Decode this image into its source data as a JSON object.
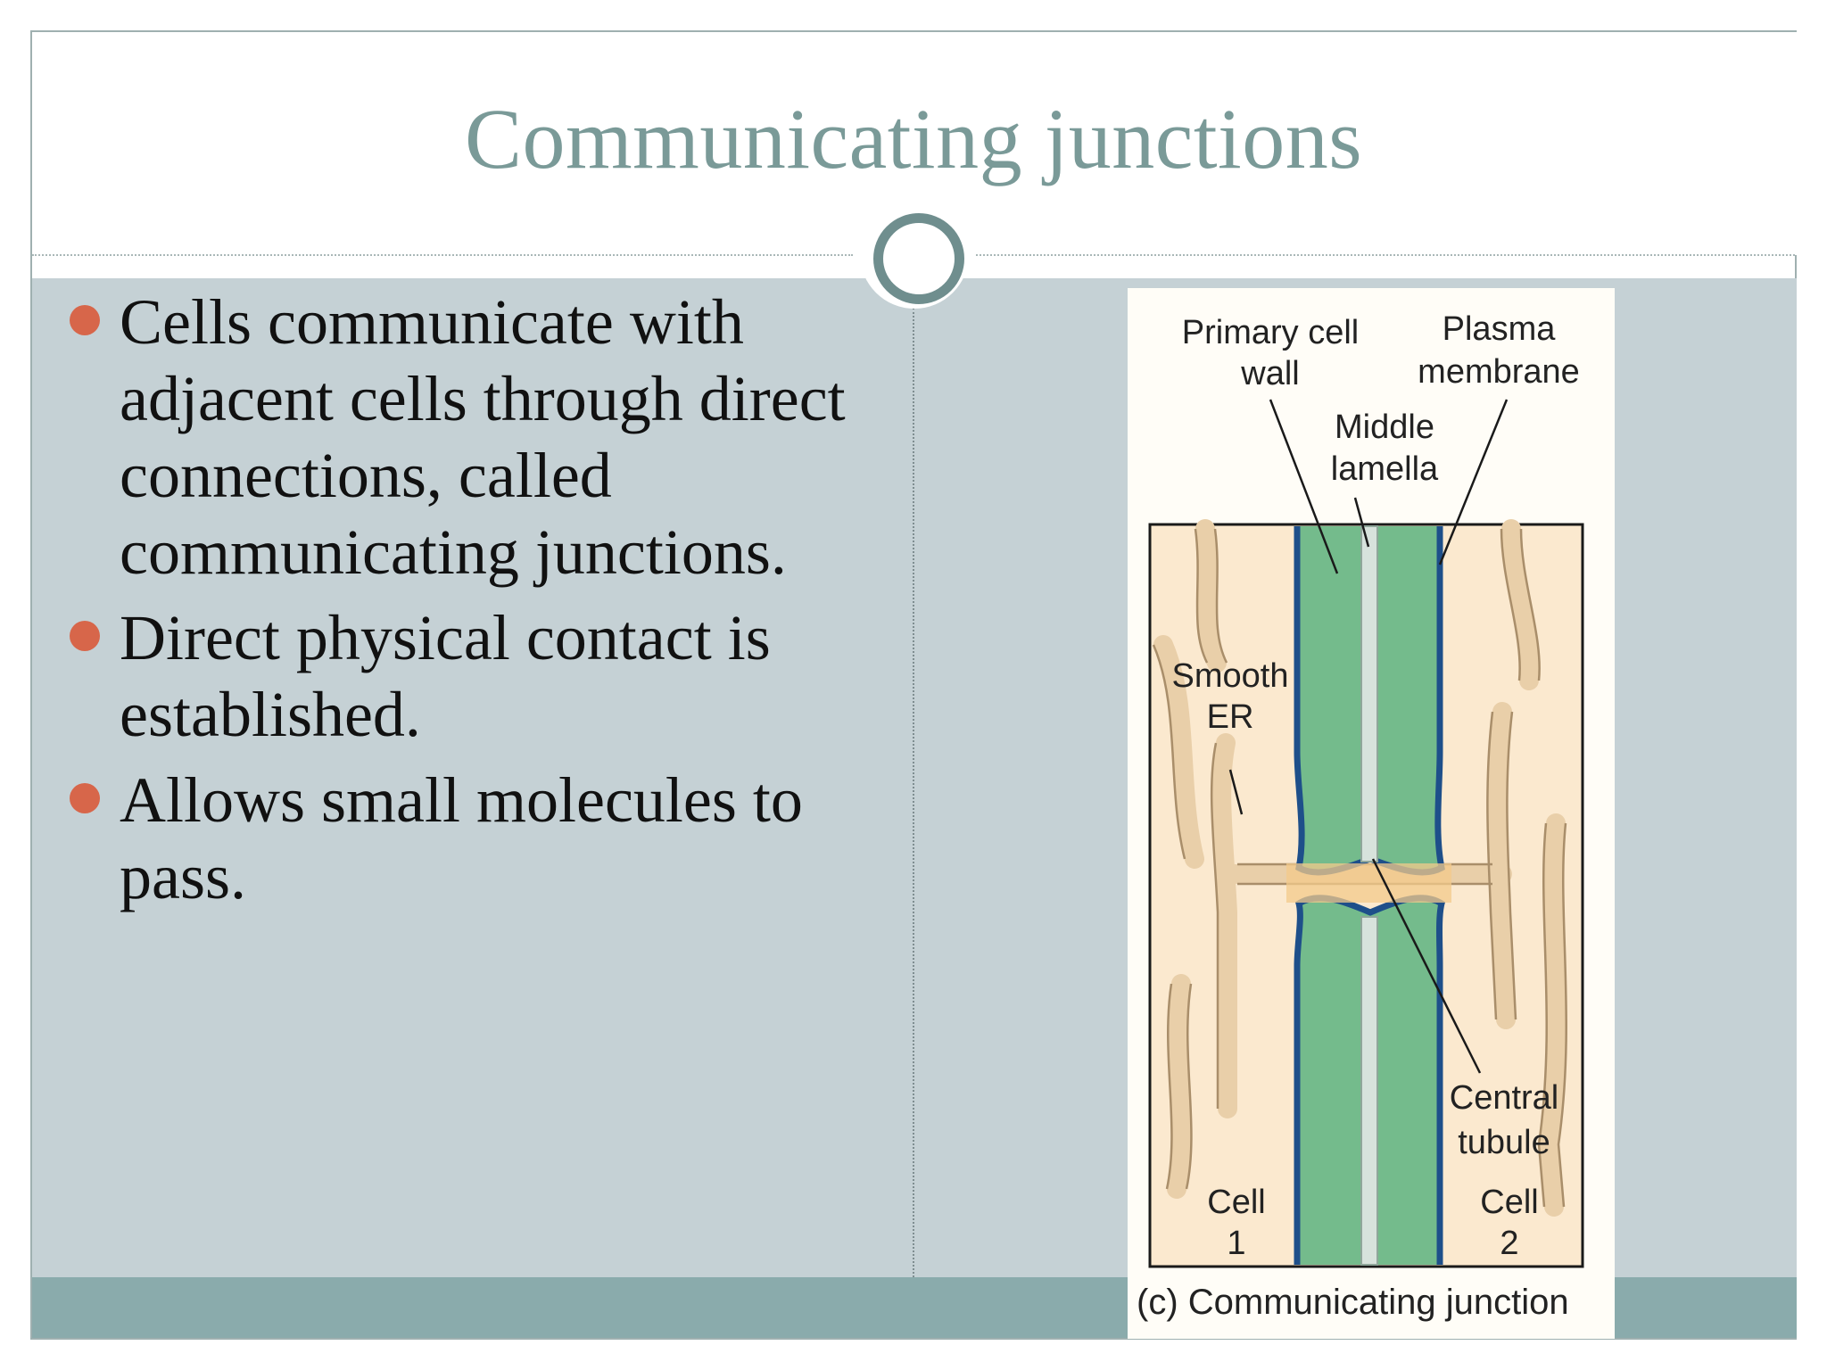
{
  "slide": {
    "title": "Communicating junctions",
    "bullets": [
      "Cells communicate with adjacent cells through direct connections, called communicating junctions.",
      "Direct physical contact is established.",
      "Allows small molecules to pass."
    ]
  },
  "figure": {
    "labels": {
      "primary_cell_wall": [
        "Primary cell",
        "wall"
      ],
      "plasma_membrane": [
        "Plasma",
        "membrane"
      ],
      "middle_lamella": [
        "Middle",
        "lamella"
      ],
      "smooth_er": [
        "Smooth",
        "ER"
      ],
      "central_tubule": [
        "Central",
        "tubule"
      ],
      "cell_1": [
        "Cell",
        "1"
      ],
      "cell_2": [
        "Cell",
        "2"
      ]
    },
    "caption": "(c) Communicating junction"
  },
  "colors": {
    "title": "#7a9a98",
    "content_background": "#c5d1d5",
    "footer_band": "#8aabac",
    "bullet_dot": "#d7664a",
    "cell_wall_green": "#74bb8c",
    "membrane_blue": "#1e4f8a",
    "cytoplasm_cream": "#fbe9cf"
  }
}
